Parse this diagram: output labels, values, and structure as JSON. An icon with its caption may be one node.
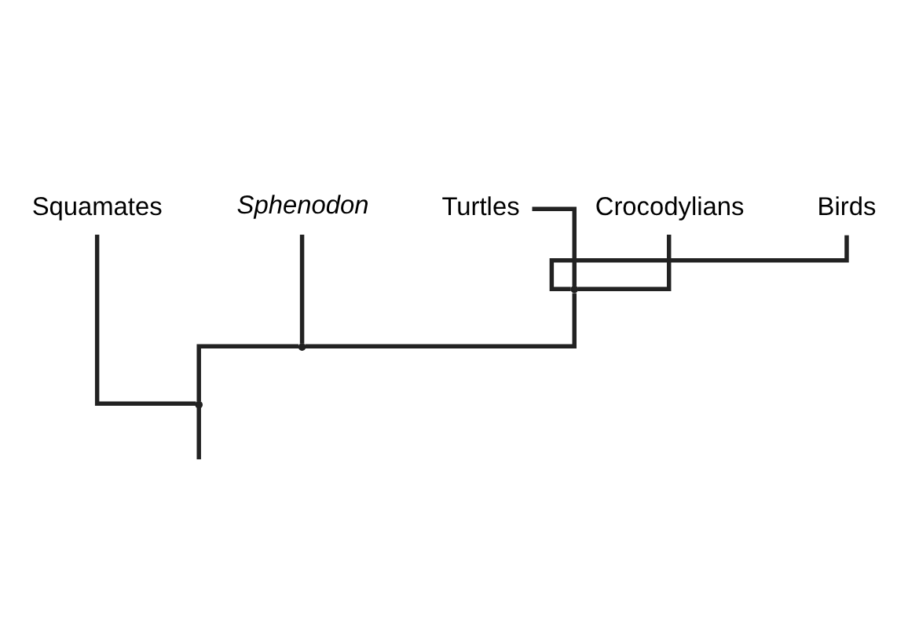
{
  "diagram": {
    "nodes": [
      {
        "text": [
          "Squamates"
        ]
      },
      {
        "text": [
          "Sphenodon"
        ]
      },
      {
        "text": [
          "Turtles"
        ]
      },
      {
        "text": [
          "Crocodylians"
        ]
      },
      {
        "text": [
          "Birds"
        ]
      },
      {
        "text": [],
        "shape": "point"
      },
      {
        "text": [],
        "shape": "point"
      },
      {
        "text": [],
        "shape": "point"
      }
    ],
    "edges": [
      {
        "from": null,
        "to": 5,
        "arrow": "none"
      },
      {
        "from": 5,
        "to": 0,
        "arrow": "none"
      },
      {
        "from": 5,
        "to": 6,
        "arrow": "none"
      },
      {
        "from": 6,
        "to": 1,
        "arrow": "none"
      },
      {
        "from": 6,
        "to": 7,
        "arrow": "none"
      },
      {
        "from": 7,
        "to": 2,
        "arrow": "none"
      },
      {
        "from": 7,
        "to": 3,
        "arrow": "none"
      },
      {
        "from": 7,
        "to": 4,
        "arrow": "none"
      }
    ]
  }
}
